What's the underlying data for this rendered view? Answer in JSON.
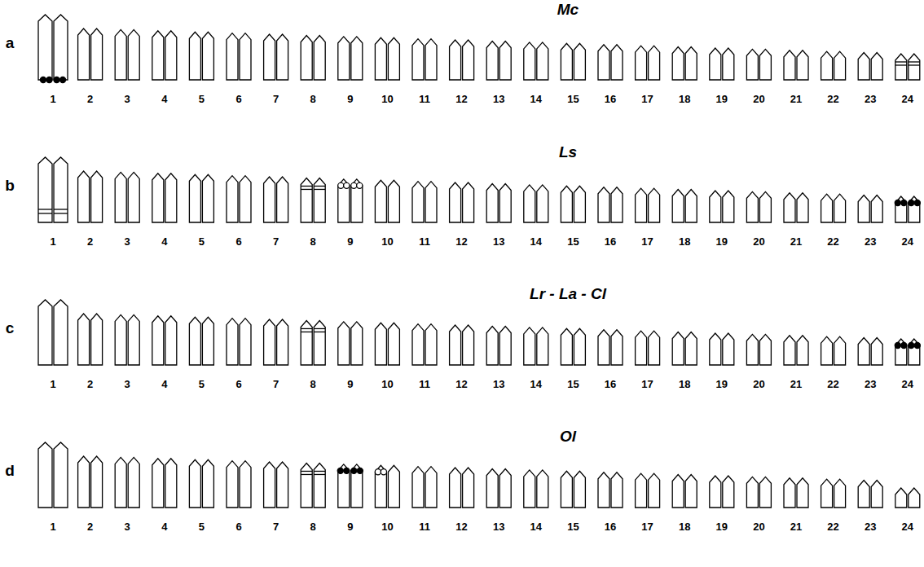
{
  "diagram": {
    "labels": [
      "a",
      "Mc",
      "1",
      "2",
      "3",
      "4",
      "5",
      "6",
      "7",
      "8",
      "9",
      "10",
      "11",
      "12",
      "13",
      "14",
      "15",
      "16",
      "17",
      "18",
      "19",
      "20",
      "21",
      "22",
      "23",
      "24",
      "b",
      "Ls",
      "1",
      "2",
      "3",
      "4",
      "5",
      "6",
      "7",
      "8",
      "9",
      "10",
      "11",
      "12",
      "13",
      "14",
      "15",
      "16",
      "17",
      "18",
      "19",
      "20",
      "21",
      "22",
      "23",
      "24",
      "c",
      "Lr - La - Cl",
      "1",
      "2",
      "3",
      "4",
      "5",
      "6",
      "7",
      "8",
      "9",
      "10",
      "11",
      "12",
      "13",
      "14",
      "15",
      "16",
      "17",
      "18",
      "19",
      "20",
      "21",
      "22",
      "23",
      "24",
      "d",
      "Ol",
      "1",
      "2",
      "3",
      "4",
      "5",
      "6",
      "7",
      "8",
      "9",
      "10",
      "11",
      "12",
      "13",
      "14",
      "15",
      "16",
      "17",
      "18",
      "19",
      "20",
      "21",
      "22",
      "23",
      "24"
    ]
  }
}
